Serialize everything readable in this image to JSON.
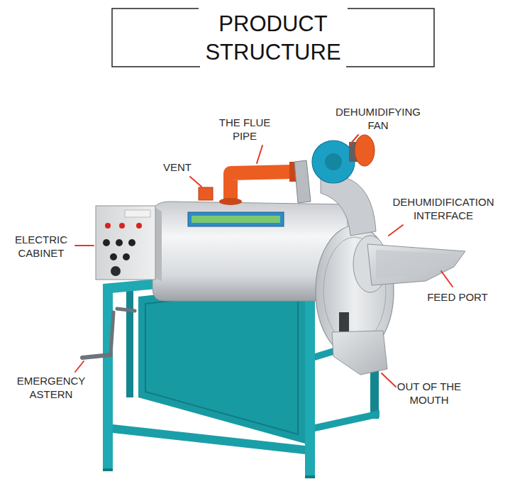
{
  "diagram": {
    "title": "PRODUCT STRUCTURE",
    "labels": [
      "THE FLUE PIPE",
      "DEHUMIDIFYING FAN",
      "VENT",
      "DEHUMIDIFICATION INTERFACE",
      "ELECTRIC CABINET",
      "FEED PORT",
      "EMERGENCY ASTERN",
      "OUT OF THE MOUTH"
    ]
  }
}
